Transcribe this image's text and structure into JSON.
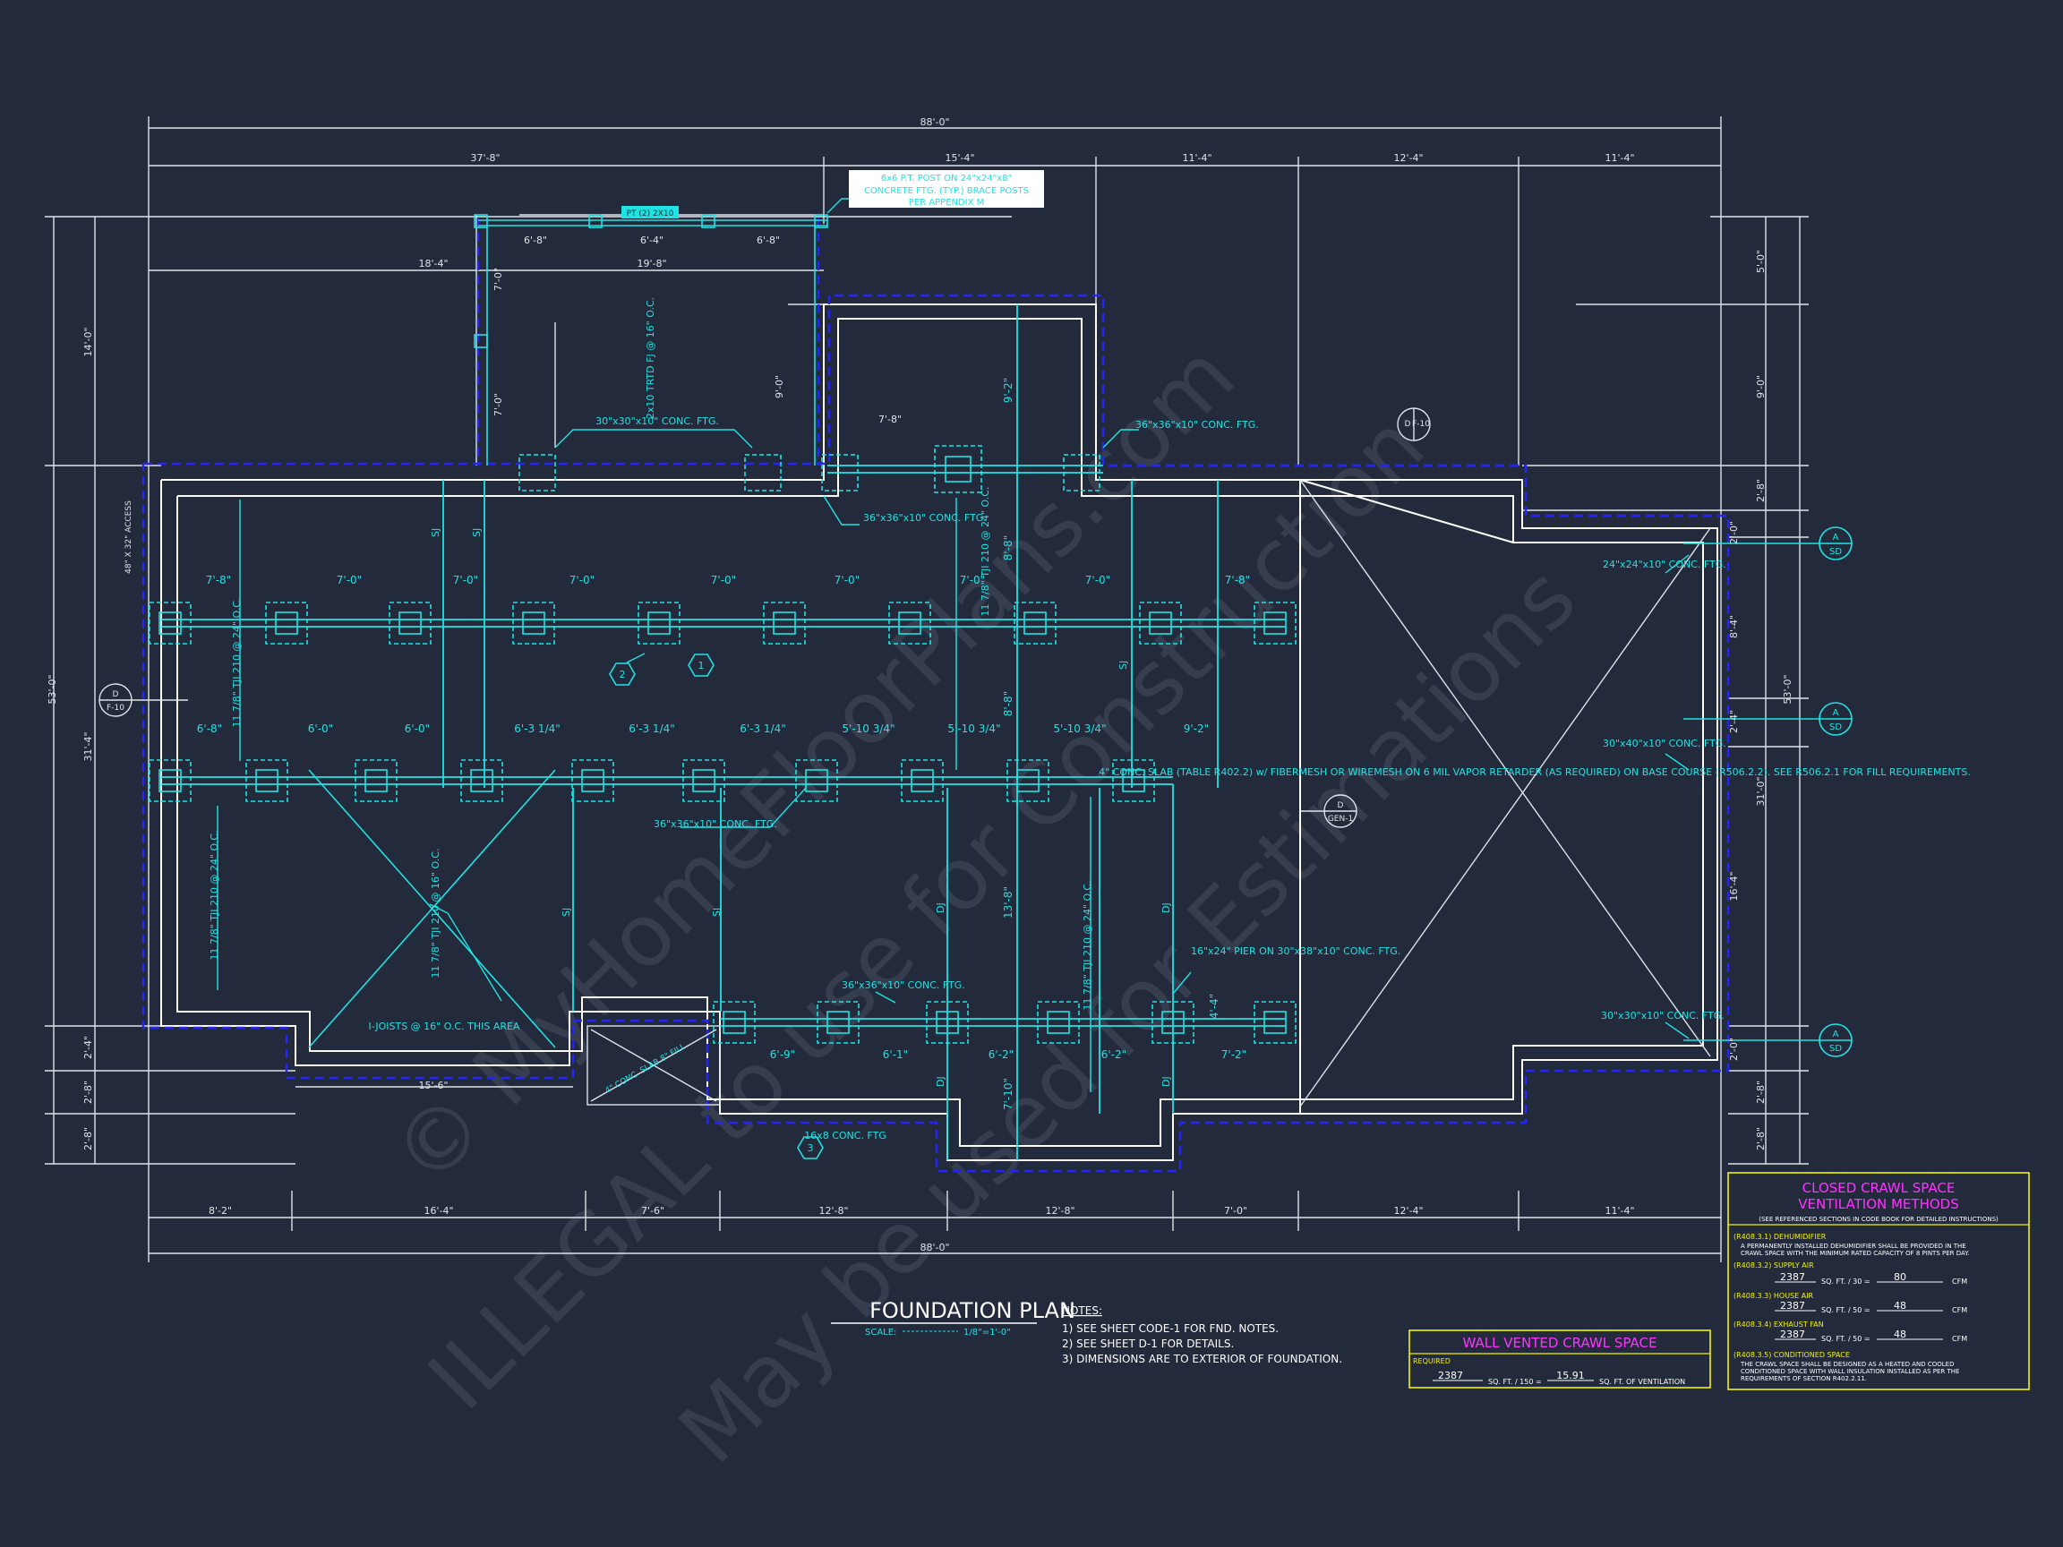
{
  "colors": {
    "background": "#232a3b",
    "dimension_line": "#dfe3ea",
    "wall_outline": "#1a1aff",
    "foundation_line": "#ffffff",
    "structure_cyan": "#1fe3e3",
    "title_box": "#f2f20a",
    "title_text": "#ff33ff",
    "watermark": "#3c4456"
  },
  "watermark": {
    "line1": "© MyHomeFloorPlans.com",
    "line2": "ILLEGAL to use for Construction",
    "line3": "May be used for Estimations"
  },
  "dimensions": {
    "overall_top": "88'-0\"",
    "overall_bottom": "88'-0\"",
    "top_segments": [
      "37'-8\"",
      "15'-4\"",
      "11'-4\"",
      "12'-4\"",
      "11'-4\""
    ],
    "bottom_segments": [
      "8'-2\"",
      "16'-4\"",
      "7'-6\"",
      "12'-8\"",
      "12'-8\"",
      "7'-0\"",
      "12'-4\"",
      "11'-4\""
    ],
    "left_overall": "53'-0\"",
    "left_segments": [
      "14'-0\"",
      "31'-4\"",
      "2'-4\"",
      "2'-8\"",
      "2'-8\""
    ],
    "right_overall": "53'-0\"",
    "right_segments": [
      "5'-0\"",
      "9'-0\"",
      "2'-8\"",
      "2'-0\"",
      "8'-4\"",
      "2'-4\"",
      "31'-0\"",
      "16'-4\"",
      "2'-0\"",
      "2'-8\"",
      "2'-8\""
    ],
    "porch_widths": [
      "6'-8\"",
      "6'-4\"",
      "6'-8\""
    ],
    "porch_overall": [
      "18'-4\"",
      "19'-8\""
    ],
    "porch_heights": [
      "7'-0\"",
      "7'-0\"",
      "9'-0\""
    ],
    "bay_width": "7'-8\"",
    "row1_spacing": [
      "7'-8\"",
      "7'-0\"",
      "7'-0\"",
      "7'-0\"",
      "7'-0\"",
      "7'-0\"",
      "7'-0\"",
      "7'-0\"",
      "7'-8\""
    ],
    "row2_spacing": [
      "6'-8\"",
      "6'-0\"",
      "6'-0\"",
      "6'-3 1/4\"",
      "6'-3 1/4\"",
      "6'-3 1/4\"",
      "5'-10 3/4\"",
      "5'-10 3/4\"",
      "5'-10 3/4\"",
      "9'-2\""
    ],
    "row3_spacing": [
      "6'-9\"",
      "6'-1\"",
      "6'-2\"",
      "6'-2\"",
      "7'-2\""
    ],
    "vertical_interior": [
      "9'-2\"",
      "8'-8\"",
      "8'-8\"",
      "13'-8\"",
      "7'-10\"",
      "4'-4\""
    ],
    "bottom_small": "15'-6\""
  },
  "notes_on_plan": {
    "post_callout": "6x6 P.T. POST ON 24\"x24\"x8\" CONCRETE FTG. (TYP.) BRACE POSTS PER APPENDIX M",
    "beam_tag": "PT (2) 2X10",
    "porch_joists": "2x10 TRTD FJ @ 16\" O.C.",
    "ftg_30": "30\"x30\"x10\" CONC. FTG.",
    "ftg_36_a": "36\"x36\"x10\" CONC. FTG.",
    "ftg_36_b": "36\"x36\"x10\" CONC. FTG.",
    "ftg_36_c": "36\"x36\"x10\" CONC. FTG.",
    "ftg_36_d": "36\"x36\"x10\" CONC. FTG.",
    "ftg_24": "24\"x24\"x10\" CONC. FTG.",
    "ftg_30_b": "30\"x40\"x10\" CONC. FTG.",
    "ftg_30_c": "30\"x30\"x10\" CONC. FTG.",
    "pier": "16\"x24\" PIER ON 30\"x38\"x10\" CONC. FTG.",
    "joist_left": "11 7/8\" TJI 210 @ 24\" O.C.",
    "joist_mid": "11 7/8\" TJI 210 @ 16\" O.C.",
    "joist_top": "11 7/8\" TJI 210 @ 24\" O.C.",
    "joist_bottom": "11 7/8\" TJI 210 @ 24\" O.C.",
    "joist_left_lower": "11 7/8\" TJI 210 @ 24\" O.C.",
    "ijoists": "I-JOISTS @ 16\" O.C. THIS AREA",
    "access": "48\" X 32\" ACCESS",
    "slab": "4\" CONC. SLAB (TABLE R402.2) w/ FIBERMESH OR WIREMESH ON 6 MIL VAPOR RETARDER (AS REQUIRED) ON BASE COURSE (R506.2.2). SEE R506.2.1 FOR FILL REQUIREMENTS.",
    "small_slab": "4\" CONC. SLAB 8\" FILL",
    "ftg_16x8": "16x8 CONC. FTG",
    "sj": "SJ",
    "dj": "DJ",
    "tags": [
      "1",
      "2",
      "3"
    ],
    "detail_left": {
      "top": "D",
      "bottom": "F-10"
    },
    "detail_top": {
      "top": "D",
      "bottom": "F-10"
    },
    "detail_right": {
      "top": "D",
      "bottom": "GEN-1"
    },
    "section_marks": [
      {
        "top": "A",
        "bottom": "SD"
      },
      {
        "top": "A",
        "bottom": "SD"
      },
      {
        "top": "A",
        "bottom": "SD"
      }
    ]
  },
  "title_block": {
    "title": "FOUNDATION PLAN",
    "scale_label": "SCALE:",
    "scale_value": "1/8\"=1'-0\"",
    "notes_heading": "NOTES:",
    "notes": [
      "1) SEE SHEET CODE-1 FOR FND. NOTES.",
      "2) SEE SHEET D-1 FOR DETAILS.",
      "3) DIMENSIONS ARE TO EXTERIOR OF FOUNDATION."
    ]
  },
  "wall_vented": {
    "title": "WALL VENTED CRAWL SPACE",
    "required": "REQUIRED",
    "area": "2387",
    "sq_ft_150": "SQ. FT. / 150 =",
    "vent": "15.91",
    "sq_ft_vent": "SQ. FT. OF VENTILATION"
  },
  "closed_crawl": {
    "title1": "CLOSED CRAWL SPACE",
    "title2": "VENTILATION METHODS",
    "subtitle": "(SEE REFERENCED SECTIONS IN CODE BOOK FOR DETAILED INSTRUCTIONS)",
    "dehum_label": "(R408.3.1) DEHUMIDIFIER",
    "dehum_text": "A PERMANENTLY INSTALLED DEHUMIDIFIER SHALL BE PROVIDED IN THE CRAWL SPACE WITH THE MINIMUM RATED CAPACITY OF 8 PINTS PER DAY.",
    "supply_label": "(R408.3.2) SUPPLY AIR",
    "supply_area": "2387",
    "supply_div": "SQ. FT. / 30 =",
    "supply_val": "80",
    "cfm1": "CFM",
    "house_label": "(R408.3.3) HOUSE AIR",
    "house_area": "2387",
    "house_div": "SQ. FT. / 50 =",
    "house_val": "48",
    "cfm2": "CFM",
    "exhaust_label": "(R408.3.4) EXHAUST FAN",
    "exhaust_area": "2387",
    "exhaust_div": "SQ. FT. / 50 =",
    "exhaust_val": "48",
    "cfm3": "CFM",
    "cond_label": "(R408.3.5) CONDITIONED SPACE",
    "cond_text": "THE CRAWL SPACE SHALL BE DESIGNED AS A HEATED AND COOLED CONDITIONED SPACE WITH WALL INSULATION INSTALLED AS PER THE REQUIREMENTS OF SECTION R402.2.11."
  }
}
